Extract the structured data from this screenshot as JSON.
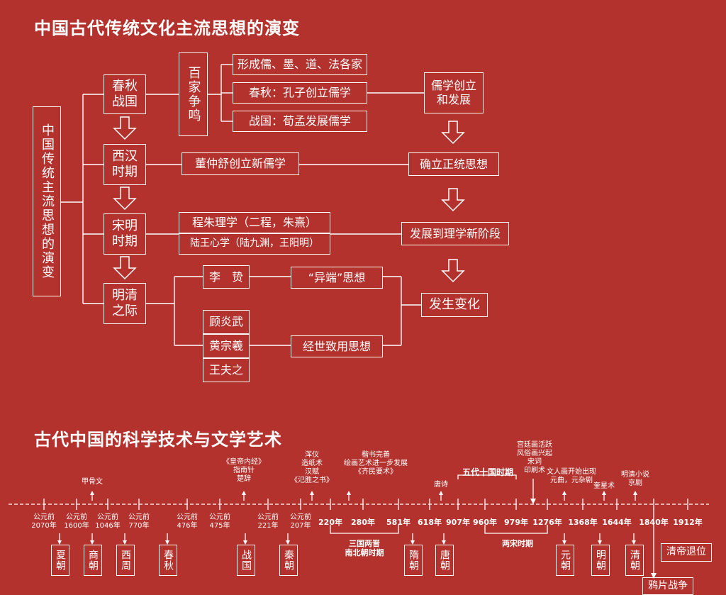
{
  "section1": {
    "title": "中国古代传统文化主流思想的演变",
    "root": "中国传统主流思想的演变",
    "periods": [
      "春秋\n战国",
      "西汉\n时期",
      "宋明\n时期",
      "明清\n之际"
    ],
    "baijia": "百家争鸣",
    "spring_items": [
      "形成儒、墨、道、法各家",
      "春秋：孔子创立儒学",
      "战国：荀孟发展儒学"
    ],
    "rujia": "儒学创立\n和发展",
    "dong": "董仲舒创立新儒学",
    "zhengtong": "确立正统思想",
    "chengzhu": "程朱理学（二程，朱熹）",
    "luwang": "陆王心学（陆九渊，王阳明）",
    "lixue": "发展到理学新阶段",
    "li": "李　贽",
    "yiduan": "“异端”思想",
    "gu": "顾炎武",
    "huang": "黄宗羲",
    "wang": "王夫之",
    "jingshi": "经世致用思想",
    "bianhua": "发生变化"
  },
  "section2": {
    "title": "古代中国的科学技术与文学艺术",
    "top_labels": [
      {
        "text": "甲骨文"
      },
      {
        "text": "《皇帝内经》\n指南针\n楚辞"
      },
      {
        "text": "浑仪\n造纸术\n汉赋\n《氾胜之书》"
      },
      {
        "text": "楷书完善\n绘画艺术进一步发展\n《齐民要术》"
      },
      {
        "text": "唐诗"
      },
      {
        "text": "宫廷画活跃\n风俗画兴起\n宋词\n印刷术"
      },
      {
        "text": "文人画开始出现\n元曲，元杂剧"
      },
      {
        "text": "奎星术"
      },
      {
        "text": "明清小说\n京剧"
      }
    ],
    "era_label": "五代十国时期",
    "dates": [
      "公元前\n2070年",
      "公元前\n1600年",
      "公元前\n1046年",
      "公元前\n770年",
      "公元前\n476年",
      "公元前\n475年",
      "公元前\n221年",
      "公元前\n207年",
      "220年",
      "280年",
      "581年",
      "618年",
      "907年",
      "960年",
      "979年",
      "1276年",
      "1368年",
      "1644年",
      "1840年",
      "1912年"
    ],
    "span_labels": [
      "三国两晋\n南北朝时期",
      "两宋时期"
    ],
    "dynasties": [
      "夏朝",
      "商朝",
      "西周",
      "春秋",
      "战国",
      "秦朝",
      "隋朝",
      "唐朝",
      "元朝",
      "明朝",
      "清朝"
    ],
    "qing_end": "清帝退位",
    "opium": "鸦片战争"
  }
}
